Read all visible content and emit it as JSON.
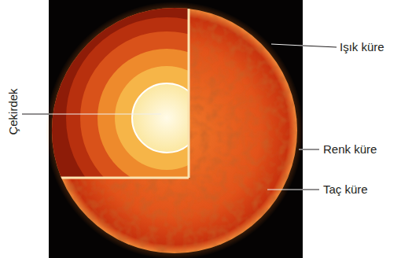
{
  "diagram": {
    "labels": [
      "Çekirdek",
      "Işık küre",
      "Renk küre",
      "Taç küre"
    ]
  }
}
